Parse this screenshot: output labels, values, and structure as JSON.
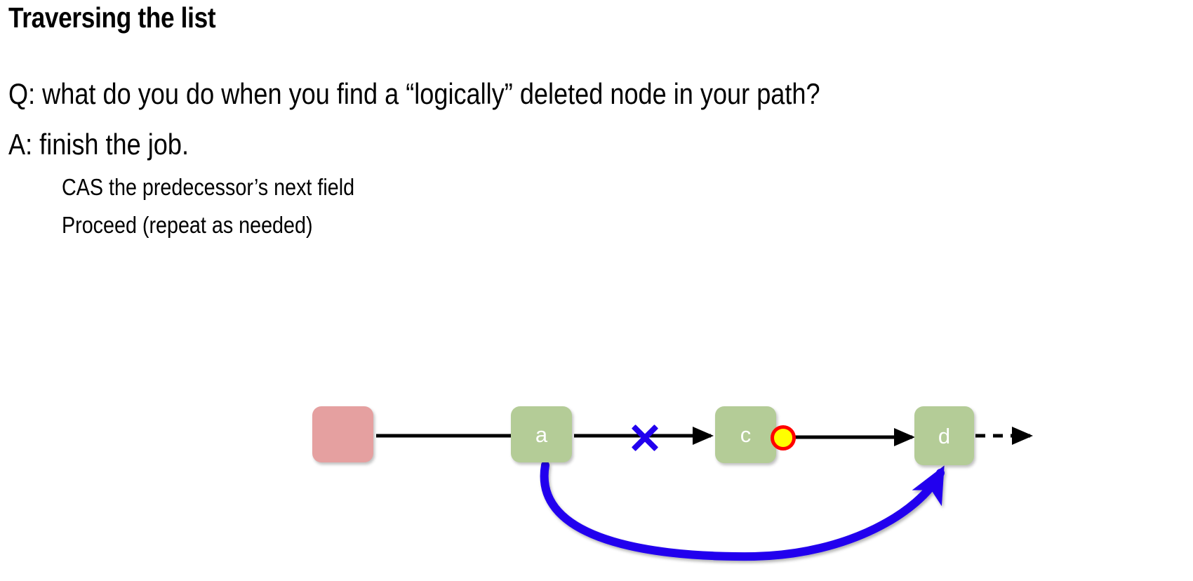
{
  "slide": {
    "title": "Traversing the list",
    "lines": [
      "Q: what do you do when you find a “logically” deleted node in your path?",
      "A: finish the job."
    ],
    "sub_lines": [
      "CAS the predecessor’s next field",
      "Proceed (repeat as needed)"
    ]
  },
  "diagram": {
    "type": "linked-list",
    "colors": {
      "node_green": "#b4cc97",
      "node_salmon": "#e5a0a0",
      "arrow_black": "#000000",
      "highlight_blue": "#2200ee",
      "marker_ring": "#ff0000",
      "marker_fill": "#ffff00",
      "node_label": "#ffffff",
      "background": "#ffffff"
    },
    "nodes": [
      {
        "id": "head",
        "label": "",
        "fill": "salmon"
      },
      {
        "id": "a",
        "label": "a",
        "fill": "green"
      },
      {
        "id": "c",
        "label": "c",
        "fill": "green"
      },
      {
        "id": "d",
        "label": "d",
        "fill": "green"
      }
    ],
    "edges": [
      {
        "from": "head",
        "to": "a",
        "style": "solid",
        "state": "ok"
      },
      {
        "from": "a",
        "to": "c",
        "style": "solid",
        "state": "crossed-out"
      },
      {
        "from": "c",
        "to": "d",
        "style": "solid",
        "state": "ok"
      },
      {
        "from": "d",
        "to": "",
        "style": "dashed",
        "state": "continues"
      },
      {
        "from": "a",
        "to": "d",
        "style": "curved",
        "state": "new-cas-link",
        "color": "highlight_blue"
      }
    ],
    "annotations": [
      {
        "name": "x-mark",
        "meaning": "link removed",
        "color": "highlight_blue"
      },
      {
        "name": "marked-bit",
        "meaning": "node c logically deleted (marked next pointer)",
        "ring": "#ff0000",
        "fill": "#ffff00"
      }
    ]
  }
}
